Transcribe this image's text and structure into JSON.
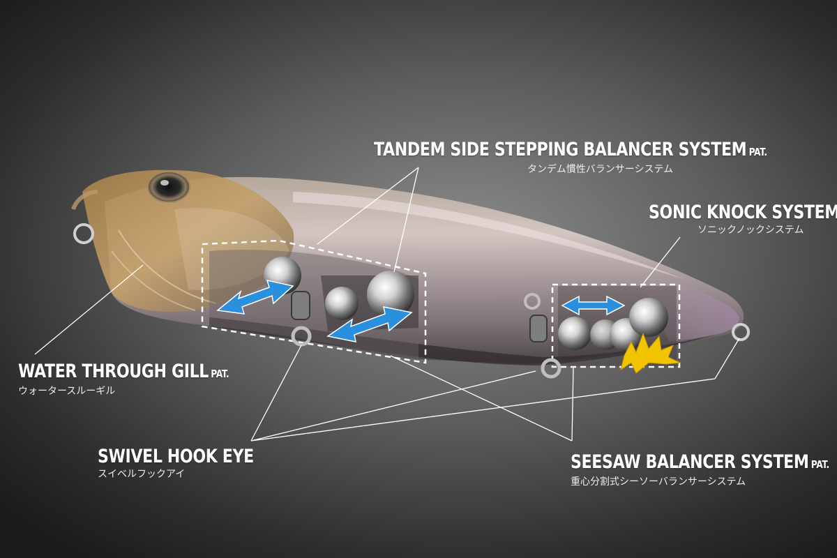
{
  "labels": {
    "tandem": {
      "title": "TANDEM SIDE STEPPING BALANCER SYSTEM",
      "pat": "PAT.",
      "jp": "タンデム慣性バランサーシステム"
    },
    "sonic": {
      "title": "SONIC KNOCK SYSTEM",
      "jp": "ソニックノックシステム"
    },
    "water": {
      "title": "WATER THROUGH GILL",
      "pat": "PAT.",
      "jp": "ウォータースルーギル"
    },
    "swivel": {
      "title": "SWIVEL HOOK EYE",
      "jp": "スイベルフックアイ"
    },
    "seesaw": {
      "title": "SEESAW BALANCER SYSTEM",
      "pat": "PAT.",
      "jp": "重心分割式シーソーバランサーシステム"
    }
  },
  "colors": {
    "background": "#5c5c5c",
    "arrow": "#2a8fdc",
    "knock_burst": "#f2c400",
    "text": "#ffffff"
  },
  "icons": [
    "lure-illustration",
    "double-arrow-icon",
    "knock-burst-icon"
  ]
}
